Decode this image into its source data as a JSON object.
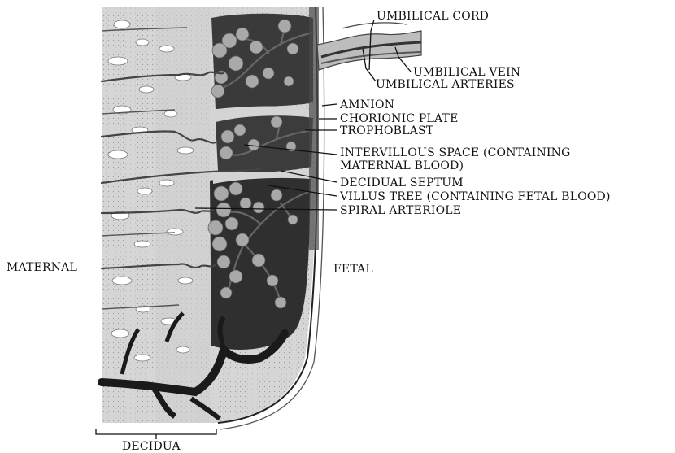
{
  "labels": {
    "umbilical_cord": "UMBILICAL CORD",
    "umbilical_vein": "UMBILICAL VEIN",
    "umbilical_arteries": "UMBILICAL ARTERIES",
    "amnion": "AMNION",
    "chorionic_plate": "CHORIONIC PLATE",
    "trophoblast": "TROPHOBLAST",
    "intervillous_space_line1": "INTERVILLOUS SPACE (CONTAINING",
    "intervillous_space_line2": "MATERNAL BLOOD)",
    "decidual_septum": "DECIDUAL SEPTUM",
    "villus_tree": "VILLUS TREE (CONTAINING FETAL BLOOD)",
    "spiral_arteriole": "SPIRAL ARTERIOLE",
    "maternal": "MATERNAL",
    "fetal": "FETAL",
    "decidua": "DECIDUA"
  },
  "colors": {
    "ink": "#111111",
    "decidua_fill": "#d9d9d9",
    "intervillous_fill": "#3a3a3a",
    "villus_fill": "#a9a9a9",
    "background": "#ffffff"
  }
}
